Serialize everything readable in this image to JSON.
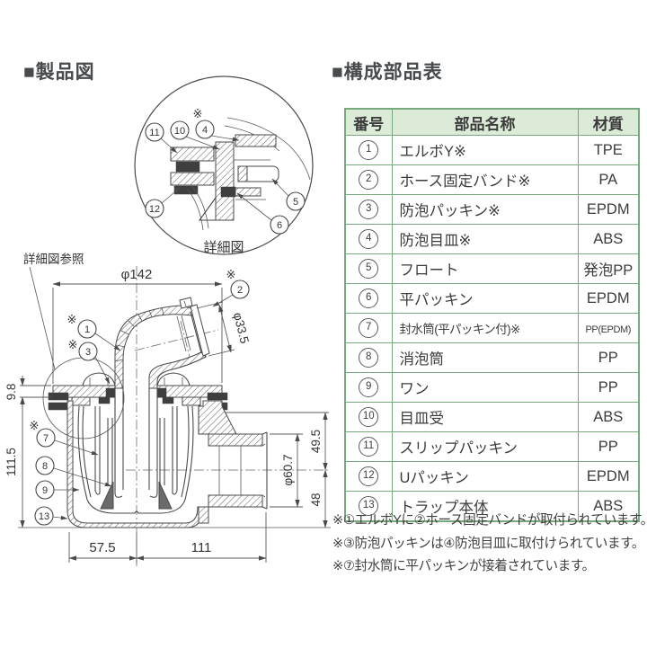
{
  "titles": {
    "left": "■製品図",
    "right": "■構成部品表"
  },
  "detail_view": {
    "caption": "詳細図",
    "ref_label": "詳細図参照",
    "asterisk": "※",
    "labels": {
      "n4": "4",
      "n5": "5",
      "n6": "6",
      "n10": "10",
      "n11": "11",
      "n12": "12"
    }
  },
  "main_view": {
    "asterisk": "※",
    "labels": {
      "n1": "1",
      "n2": "2",
      "n3": "3",
      "n7": "7",
      "n8": "8",
      "n9": "9",
      "n13": "13"
    },
    "dims": {
      "flange_dia": "φ142",
      "hose_dia": "φ33.5",
      "flange_h": "9.8",
      "body_h": "111.5",
      "left_w": "57.5",
      "right_w": "111",
      "outlet_up": "49.5",
      "outlet_down": "48",
      "outlet_dia": "φ60.7"
    }
  },
  "table": {
    "headers": [
      "番号",
      "部品名称",
      "材質"
    ],
    "rows": [
      {
        "num": "1",
        "name": "エルボY※",
        "material": "TPE"
      },
      {
        "num": "2",
        "name": "ホース固定バンド※",
        "material": "PA"
      },
      {
        "num": "3",
        "name": "防泡パッキン※",
        "material": "EPDM"
      },
      {
        "num": "4",
        "name": "防泡目皿※",
        "material": "ABS"
      },
      {
        "num": "5",
        "name": "フロート",
        "material": "発泡PP"
      },
      {
        "num": "6",
        "name": "平パッキン",
        "material": "EPDM"
      },
      {
        "num": "7",
        "name": "封水筒(平パッキン付)※",
        "material": "PP(EPDM)"
      },
      {
        "num": "8",
        "name": "消泡筒",
        "material": "PP"
      },
      {
        "num": "9",
        "name": "ワン",
        "material": "PP"
      },
      {
        "num": "10",
        "name": "目皿受",
        "material": "ABS"
      },
      {
        "num": "11",
        "name": "スリップパッキン",
        "material": "PP"
      },
      {
        "num": "12",
        "name": "Uパッキン",
        "material": "EPDM"
      },
      {
        "num": "13",
        "name": "トラップ本体",
        "material": "ABS"
      }
    ]
  },
  "footnotes": [
    "※①エルボYに②ホース固定バンドが取付られています。",
    "※③防泡パッキンは④防泡目皿に取付けられています。",
    "※⑦封水筒に平パッキンが接着されています。"
  ],
  "colors": {
    "table_border": "#78a97e",
    "table_header_bg": "#dcead8",
    "line": "#4a4a4a",
    "text": "#3a3a3a"
  }
}
